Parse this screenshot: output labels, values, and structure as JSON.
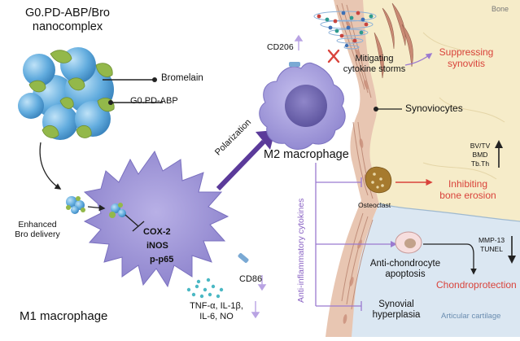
{
  "title": {
    "line1": "G0.PD-ABP/Bro",
    "line2": "nanocomplex"
  },
  "labels": {
    "bromelain": "Bromelain",
    "g0pdabp": "G0.PD-ABP",
    "enhanced_line1": "Enhanced",
    "enhanced_line2": "Bro delivery",
    "cox2": "COX-2",
    "inos": "iNOS",
    "pp65": "p-p65",
    "cd86": "CD86",
    "m1": "M1 macrophage",
    "tnf_line1": "TNF-α, IL-1β,",
    "tnf_line2": "IL-6, NO",
    "polarization": "Polarization",
    "cd206": "CD206",
    "m2": "M2 macrophage",
    "mitigating_line1": "Mitigating",
    "mitigating_line2": "cytokine storms",
    "suppressing_line1": "Suppressing",
    "suppressing_line2": "synovitis",
    "bone": "Bone",
    "synoviocytes": "Synoviocytes",
    "bvtv": "BV/TV",
    "bmd": "BMD",
    "tbth": "Tb.Th",
    "osteoclast": "Osteoclast",
    "inhibiting_line1": "Inhibiting",
    "inhibiting_line2": "bone erosion",
    "anti_inflam": "Anti-inflammatory cytokines",
    "anti_chondro_line1": "Anti-chondrocyte",
    "anti_chondro_line2": "apoptosis",
    "mmp13": "MMP-13",
    "tunel": "TUNEL",
    "chondroprotection": "Chondroprotection",
    "synovial_line1": "Synovial",
    "synovial_line2": "hyperplasia",
    "articular": "Articular cartilage"
  },
  "colors": {
    "m1_fill": "#9c93d6",
    "m2_fill": "#a7a0de",
    "arrow_purple": "#5b3a9a",
    "accent_red": "#d9433b",
    "bone_fill": "#f6ecc9",
    "cartilage_fill": "#d9e6f1",
    "nano_blue": "#5fa9dc",
    "nano_green": "#93b84a"
  }
}
